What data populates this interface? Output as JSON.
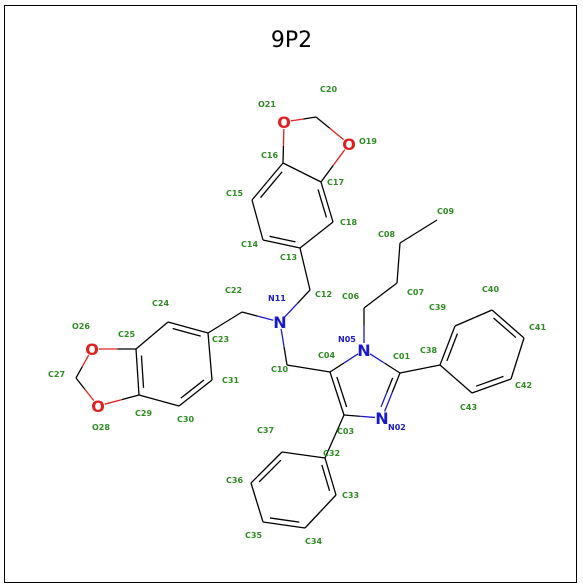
{
  "title": "9P2",
  "colors": {
    "bond": "#000000",
    "carbon_label": "#2e8b22",
    "nitrogen": "#1a1acd",
    "oxygen": "#e02020"
  },
  "atoms": [
    {
      "id": "C01",
      "element": "C"
    },
    {
      "id": "N02",
      "element": "N"
    },
    {
      "id": "C03",
      "element": "C"
    },
    {
      "id": "C04",
      "element": "C"
    },
    {
      "id": "N05",
      "element": "N"
    },
    {
      "id": "C06",
      "element": "C"
    },
    {
      "id": "C07",
      "element": "C"
    },
    {
      "id": "C08",
      "element": "C"
    },
    {
      "id": "C09",
      "element": "C"
    },
    {
      "id": "C10",
      "element": "C"
    },
    {
      "id": "N11",
      "element": "N"
    },
    {
      "id": "C12",
      "element": "C"
    },
    {
      "id": "C13",
      "element": "C"
    },
    {
      "id": "C14",
      "element": "C"
    },
    {
      "id": "C15",
      "element": "C"
    },
    {
      "id": "C16",
      "element": "C"
    },
    {
      "id": "C17",
      "element": "C"
    },
    {
      "id": "C18",
      "element": "C"
    },
    {
      "id": "O19",
      "element": "O"
    },
    {
      "id": "C20",
      "element": "C"
    },
    {
      "id": "O21",
      "element": "O"
    },
    {
      "id": "C22",
      "element": "C"
    },
    {
      "id": "C23",
      "element": "C"
    },
    {
      "id": "C24",
      "element": "C"
    },
    {
      "id": "C25",
      "element": "C"
    },
    {
      "id": "O26",
      "element": "O"
    },
    {
      "id": "C27",
      "element": "C"
    },
    {
      "id": "O28",
      "element": "O"
    },
    {
      "id": "C29",
      "element": "C"
    },
    {
      "id": "C30",
      "element": "C"
    },
    {
      "id": "C31",
      "element": "C"
    },
    {
      "id": "C32",
      "element": "C"
    },
    {
      "id": "C33",
      "element": "C"
    },
    {
      "id": "C34",
      "element": "C"
    },
    {
      "id": "C35",
      "element": "C"
    },
    {
      "id": "C36",
      "element": "C"
    },
    {
      "id": "C37",
      "element": "C"
    },
    {
      "id": "C38",
      "element": "C"
    },
    {
      "id": "C39",
      "element": "C"
    },
    {
      "id": "C40",
      "element": "C"
    },
    {
      "id": "C41",
      "element": "C"
    },
    {
      "id": "C42",
      "element": "C"
    },
    {
      "id": "C43",
      "element": "C"
    }
  ],
  "bonds": [
    [
      "N05",
      "C01",
      1
    ],
    [
      "C01",
      "N02",
      2
    ],
    [
      "N02",
      "C03",
      1
    ],
    [
      "C03",
      "C04",
      2
    ],
    [
      "C04",
      "N05",
      1
    ],
    [
      "N05",
      "C06",
      1
    ],
    [
      "C06",
      "C07",
      1
    ],
    [
      "C07",
      "C08",
      1
    ],
    [
      "C08",
      "C09",
      1
    ],
    [
      "C04",
      "C10",
      1
    ],
    [
      "C10",
      "N11",
      1
    ],
    [
      "N11",
      "C12",
      1
    ],
    [
      "C12",
      "C13",
      1
    ],
    [
      "C13",
      "C14",
      2
    ],
    [
      "C14",
      "C15",
      1
    ],
    [
      "C15",
      "C16",
      2
    ],
    [
      "C16",
      "C17",
      1
    ],
    [
      "C17",
      "C18",
      2
    ],
    [
      "C18",
      "C13",
      1
    ],
    [
      "C16",
      "O21",
      1
    ],
    [
      "O21",
      "C20",
      1
    ],
    [
      "C20",
      "O19",
      1
    ],
    [
      "O19",
      "C17",
      1
    ],
    [
      "N11",
      "C22",
      1
    ],
    [
      "C22",
      "C23",
      1
    ],
    [
      "C23",
      "C24",
      2
    ],
    [
      "C24",
      "C25",
      1
    ],
    [
      "C25",
      "C29",
      2
    ],
    [
      "C29",
      "C30",
      1
    ],
    [
      "C30",
      "C31",
      2
    ],
    [
      "C31",
      "C23",
      1
    ],
    [
      "C25",
      "O26",
      1
    ],
    [
      "O26",
      "C27",
      1
    ],
    [
      "C27",
      "O28",
      1
    ],
    [
      "O28",
      "C29",
      1
    ],
    [
      "C03",
      "C32",
      1
    ],
    [
      "C32",
      "C33",
      2
    ],
    [
      "C33",
      "C34",
      1
    ],
    [
      "C34",
      "C35",
      2
    ],
    [
      "C35",
      "C36",
      1
    ],
    [
      "C36",
      "C37",
      2
    ],
    [
      "C37",
      "C32",
      1
    ],
    [
      "C01",
      "C38",
      1
    ],
    [
      "C38",
      "C39",
      2
    ],
    [
      "C39",
      "C40",
      1
    ],
    [
      "C40",
      "C41",
      2
    ],
    [
      "C41",
      "C42",
      1
    ],
    [
      "C42",
      "C43",
      2
    ],
    [
      "C43",
      "C38",
      1
    ]
  ]
}
